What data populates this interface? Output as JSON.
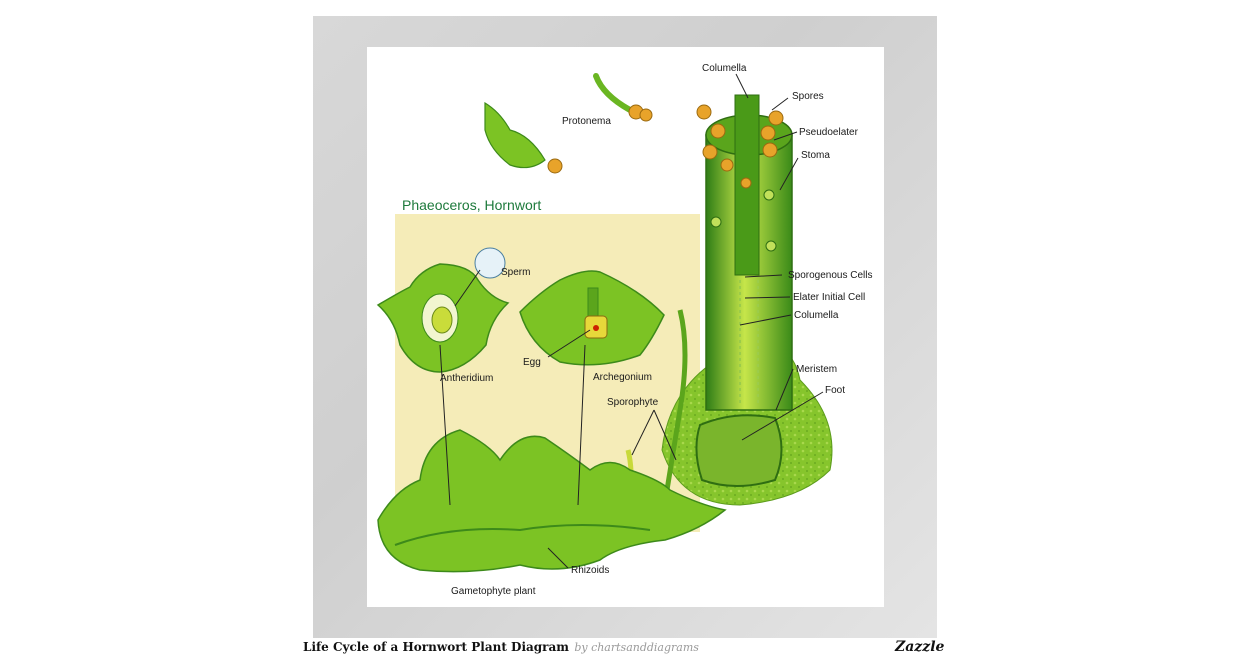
{
  "diagram": {
    "title": "Phaeoceros, Hornwort",
    "labels": {
      "columella_top": "Columella",
      "spores": "Spores",
      "pseudoelater": "Pseudoelater",
      "stoma": "Stoma",
      "protonema": "Protonema",
      "sperm": "Sperm",
      "sporogenous_cells": "Sporogenous Cells",
      "elater_initial_cell": "Elater Initial Cell",
      "columella_mid": "Columella",
      "egg": "Egg",
      "antheridium": "Antheridium",
      "archegonium": "Archegonium",
      "meristem": "Meristem",
      "foot": "Foot",
      "sporophyte": "Sporophyte",
      "rhizoids": "Rhizoids",
      "gametophyte_plant": "Gametophyte plant"
    },
    "colors": {
      "leaf": "#7cc324",
      "leaf_dark": "#3d8a1a",
      "spore": "#e8a32a",
      "background_panel": "#f5ecb8",
      "title": "#1e7a3c"
    }
  },
  "footer": {
    "caption": "Life Cycle of a Hornwort Plant Diagram",
    "byline": "by chartsanddiagrams",
    "brand": "Zazzle"
  }
}
